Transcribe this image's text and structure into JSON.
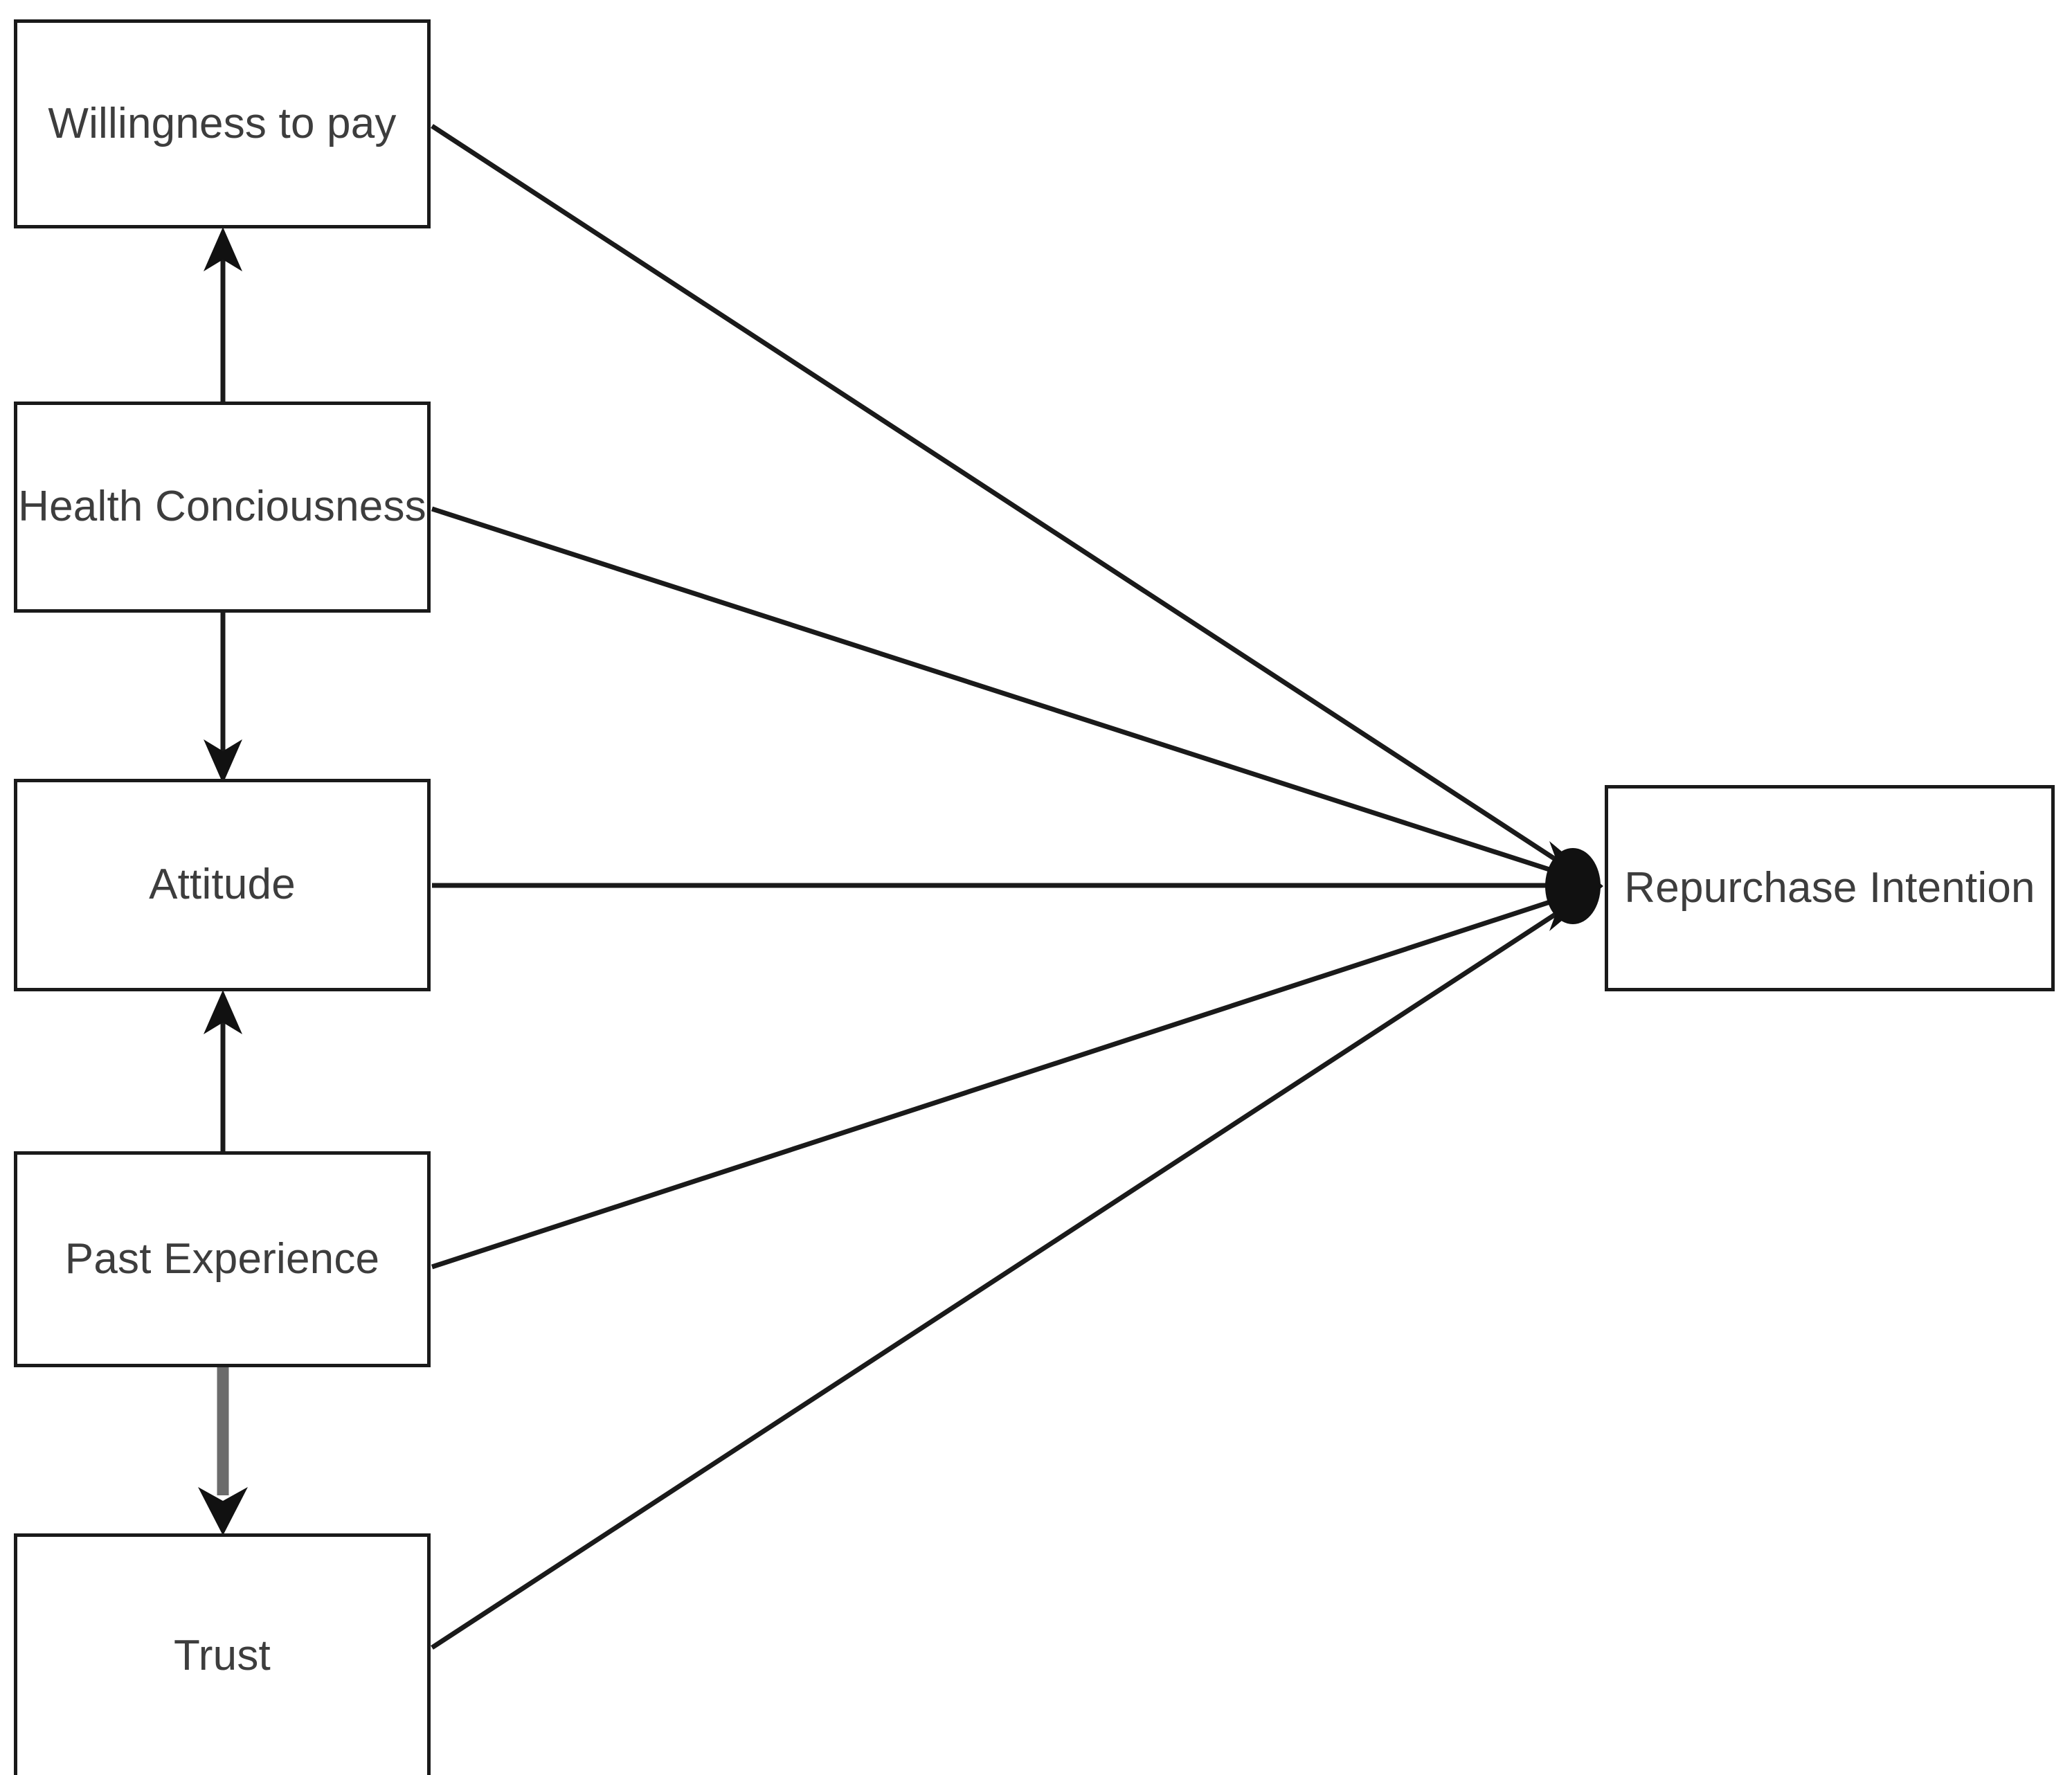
{
  "diagram": {
    "type": "conceptual-research-model",
    "orientation": "left-to-right",
    "background_color": "#ffffff",
    "box_border_color": "#1a1a1a",
    "label_text_color": "#3d3d3d",
    "edge_color_default": "#1a1a1a",
    "edge_color_muted": "#6b6b6b",
    "nodes": [
      {
        "id": "willingness_to_pay",
        "label": "Willingness to pay"
      },
      {
        "id": "health_conciousness",
        "label": "Health Conciousness"
      },
      {
        "id": "attitude",
        "label": "Attitude"
      },
      {
        "id": "past_experience",
        "label": "Past Experience"
      },
      {
        "id": "trust",
        "label": "Trust"
      },
      {
        "id": "repurchase_intention",
        "label": "Repurchase Intention"
      }
    ],
    "edges": [
      {
        "id": "e1",
        "from": "health_conciousness",
        "to": "willingness_to_pay",
        "style": "arrow-up",
        "color": "#1a1a1a"
      },
      {
        "id": "e2",
        "from": "health_conciousness",
        "to": "attitude",
        "style": "arrow-down",
        "color": "#1a1a1a"
      },
      {
        "id": "e3",
        "from": "past_experience",
        "to": "attitude",
        "style": "arrow-up",
        "color": "#1a1a1a"
      },
      {
        "id": "e4",
        "from": "past_experience",
        "to": "trust",
        "style": "arrow-down",
        "color": "#6b6b6b"
      },
      {
        "id": "e5",
        "from": "willingness_to_pay",
        "to": "repurchase_intention",
        "style": "diagonal",
        "color": "#1a1a1a"
      },
      {
        "id": "e6",
        "from": "health_conciousness",
        "to": "repurchase_intention",
        "style": "diagonal",
        "color": "#1a1a1a"
      },
      {
        "id": "e7",
        "from": "attitude",
        "to": "repurchase_intention",
        "style": "horizontal",
        "color": "#1a1a1a"
      },
      {
        "id": "e8",
        "from": "past_experience",
        "to": "repurchase_intention",
        "style": "diagonal",
        "color": "#1a1a1a"
      },
      {
        "id": "e9",
        "from": "trust",
        "to": "repurchase_intention",
        "style": "diagonal",
        "color": "#1a1a1a"
      }
    ]
  }
}
